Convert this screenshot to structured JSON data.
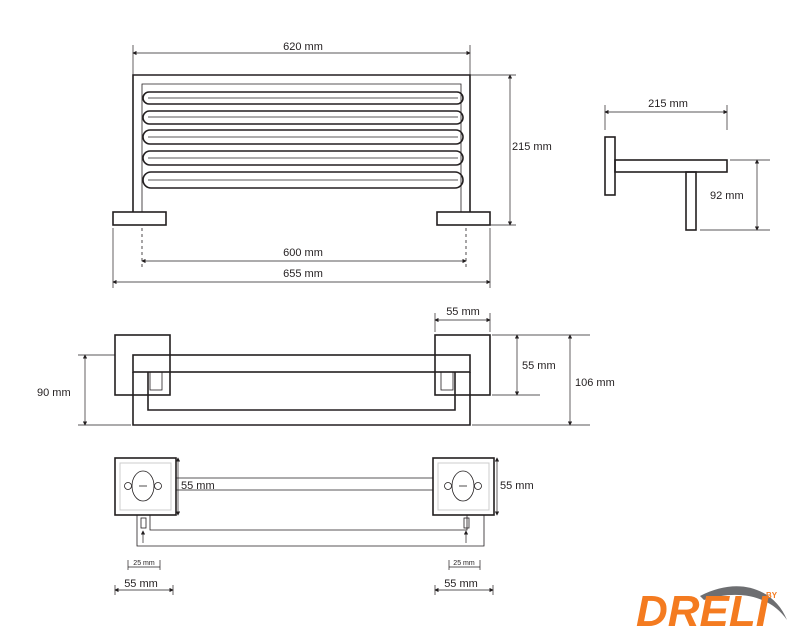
{
  "dimensions": {
    "front_width": "620 mm",
    "front_height": "215 mm",
    "mount_spacing": "600 mm",
    "overall_width": "655 mm",
    "side_depth": "215 mm",
    "side_height": "92 mm",
    "plate_width": "55 mm",
    "plate_height": "55 mm",
    "top_depth": "106 mm",
    "lower_depth": "90 mm",
    "bottom_plate_left": "55 mm",
    "bottom_plate_right": "55 mm",
    "hole_offset_left": "25 mm",
    "hole_offset_right": "25 mm",
    "bottom_width_left": "55 mm",
    "bottom_width_right": "55 mm"
  },
  "logo": {
    "text": "DRELI",
    "by": "BY",
    "color": "#f47b20",
    "swoosh_color": "#6d6e71"
  }
}
